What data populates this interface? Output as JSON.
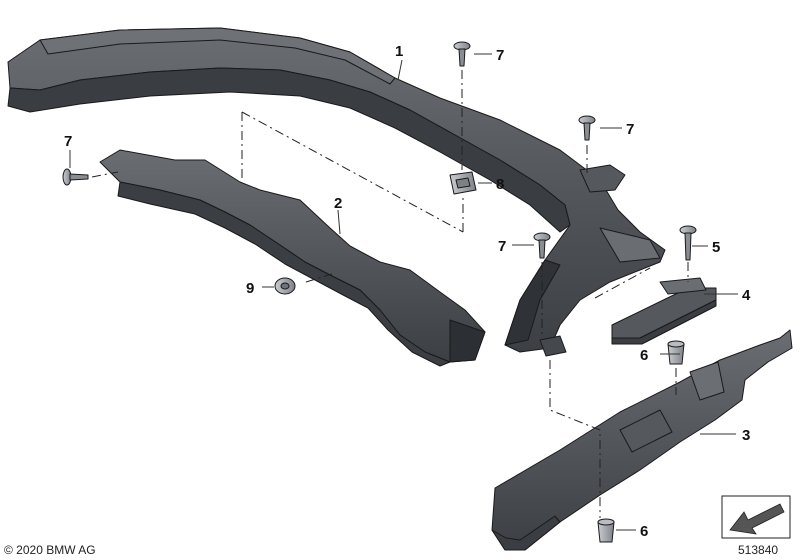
{
  "diagram": {
    "callouts": {
      "c1": "1",
      "c2": "2",
      "c3": "3",
      "c4": "4",
      "c5": "5",
      "c6a": "6",
      "c6b": "6",
      "c7a": "7",
      "c7b": "7",
      "c7c": "7",
      "c7d": "7",
      "c8": "8",
      "c9": "9"
    },
    "copyright": "© 2020 BMW AG",
    "diagram_number": "513840"
  },
  "colors": {
    "part_fill": "#4f5256",
    "part_dark": "#34373a",
    "part_light": "#6d7075",
    "outline": "#1a1a1a",
    "hardware": "#9ea2a6"
  }
}
